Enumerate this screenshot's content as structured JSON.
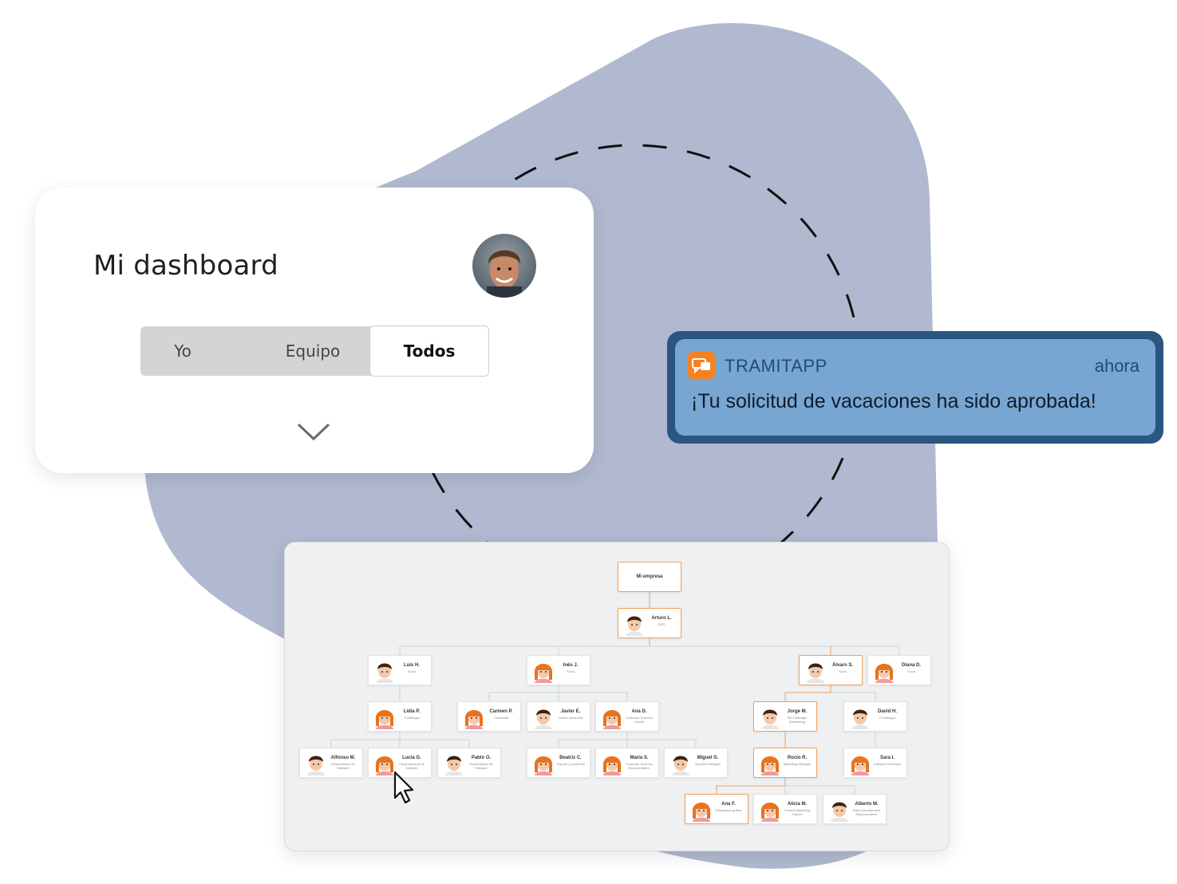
{
  "dashboard": {
    "title": "Mi dashboard",
    "tabs": [
      {
        "label": "Yo",
        "selected": false
      },
      {
        "label": "Equipo",
        "selected": false
      },
      {
        "label": "Todos",
        "selected": true
      }
    ],
    "expand_icon": "chevron-down-icon"
  },
  "notification": {
    "app_name": "TRAMITAPP",
    "time": "ahora",
    "message": "¡Tu solicitud de vacaciones ha sido aprobada!",
    "icon": "tramitapp-logo-icon"
  },
  "org_chart": {
    "root": "Mi empresa",
    "nodes": [
      {
        "id": "arturo",
        "name": "Arturo L.",
        "role": "CEO",
        "gender": "m",
        "highlight": true
      },
      {
        "id": "luis",
        "name": "Luis H.",
        "role": "Socio",
        "gender": "m"
      },
      {
        "id": "ines",
        "name": "Inés J.",
        "role": "Socia",
        "gender": "f"
      },
      {
        "id": "alvaro",
        "name": "Álvaro S.",
        "role": "Socio",
        "gender": "m",
        "highlight": true
      },
      {
        "id": "diana",
        "name": "Diana D.",
        "role": "Socia",
        "gender": "f"
      },
      {
        "id": "lidia",
        "name": "Lidia P.",
        "role": "IT Manager",
        "gender": "f"
      },
      {
        "id": "carmen",
        "name": "Carmen P.",
        "role": "Comercial",
        "gender": "f"
      },
      {
        "id": "javier",
        "name": "Javier E.",
        "role": "Gestor comercial",
        "gender": "m"
      },
      {
        "id": "anad",
        "name": "Ana D.",
        "role": "Customer Success Leader",
        "gender": "f"
      },
      {
        "id": "jorge",
        "name": "Jorge M.",
        "role": "SEO Manager (Marketing)",
        "gender": "m",
        "highlight": true
      },
      {
        "id": "david",
        "name": "David H.",
        "role": "IT Manager",
        "gender": "m"
      },
      {
        "id": "alfonso",
        "name": "Alfonso M.",
        "role": "Desarrollador de Software",
        "gender": "m"
      },
      {
        "id": "lucia",
        "name": "Lucía G.",
        "role": "Desarrolladora de Software",
        "gender": "f"
      },
      {
        "id": "pablo",
        "name": "Pablo O.",
        "role": "Desarrollador de Software",
        "gender": "m"
      },
      {
        "id": "beatriz",
        "name": "Beatriz C.",
        "role": "Soporte y postventa",
        "gender": "f"
      },
      {
        "id": "maria",
        "name": "María S.",
        "role": "Customer Success Representative",
        "gender": "f"
      },
      {
        "id": "miguel",
        "name": "Miguel G.",
        "role": "Success Manager",
        "gender": "m"
      },
      {
        "id": "rocio",
        "name": "Rocío R.",
        "role": "Marketing Manager",
        "gender": "f",
        "highlight": true
      },
      {
        "id": "sara",
        "name": "Sara I.",
        "role": "Software Developer",
        "gender": "f"
      },
      {
        "id": "anaf",
        "name": "Ana F.",
        "role": "Diseñadora gráfica",
        "gender": "f",
        "highlight": true
      },
      {
        "id": "alicia",
        "name": "Alicia M.",
        "role": "Content Marketing Trainee",
        "gender": "f"
      },
      {
        "id": "alberto",
        "name": "Alberto M.",
        "role": "Sales Development Representative",
        "gender": "m"
      }
    ]
  },
  "colors": {
    "blob": "#b0b9cf",
    "notification_frame": "#2b5680",
    "notification_fill": "#78a6d2",
    "highlight": "#f0a15c",
    "brand_orange": "#f58220"
  }
}
